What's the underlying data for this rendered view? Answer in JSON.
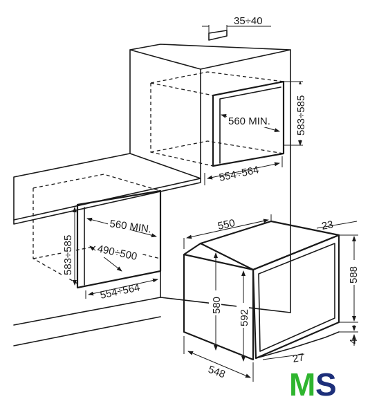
{
  "labels": {
    "top_gap": "35÷40",
    "upper_niche_depth": "560 MIN.",
    "upper_niche_height": "583÷585",
    "upper_niche_width": "554÷564",
    "lower_niche_depth": "560 MIN.",
    "lower_niche_height": "583÷585",
    "lower_niche_vent": "490÷500",
    "lower_niche_width": "554÷564",
    "oven_depth": "550",
    "oven_door_depth": "23",
    "oven_total_height": "588",
    "oven_body_height": "580",
    "oven_front_height": "592",
    "oven_width": "548",
    "oven_bottom_gap": "4",
    "oven_partial": "27"
  },
  "logo": {
    "m": "M",
    "s": "S",
    "green": "#2fb52f",
    "blue": "#1d2f7a"
  },
  "colors": {
    "ink": "#1a1a1a",
    "background": "#ffffff"
  }
}
